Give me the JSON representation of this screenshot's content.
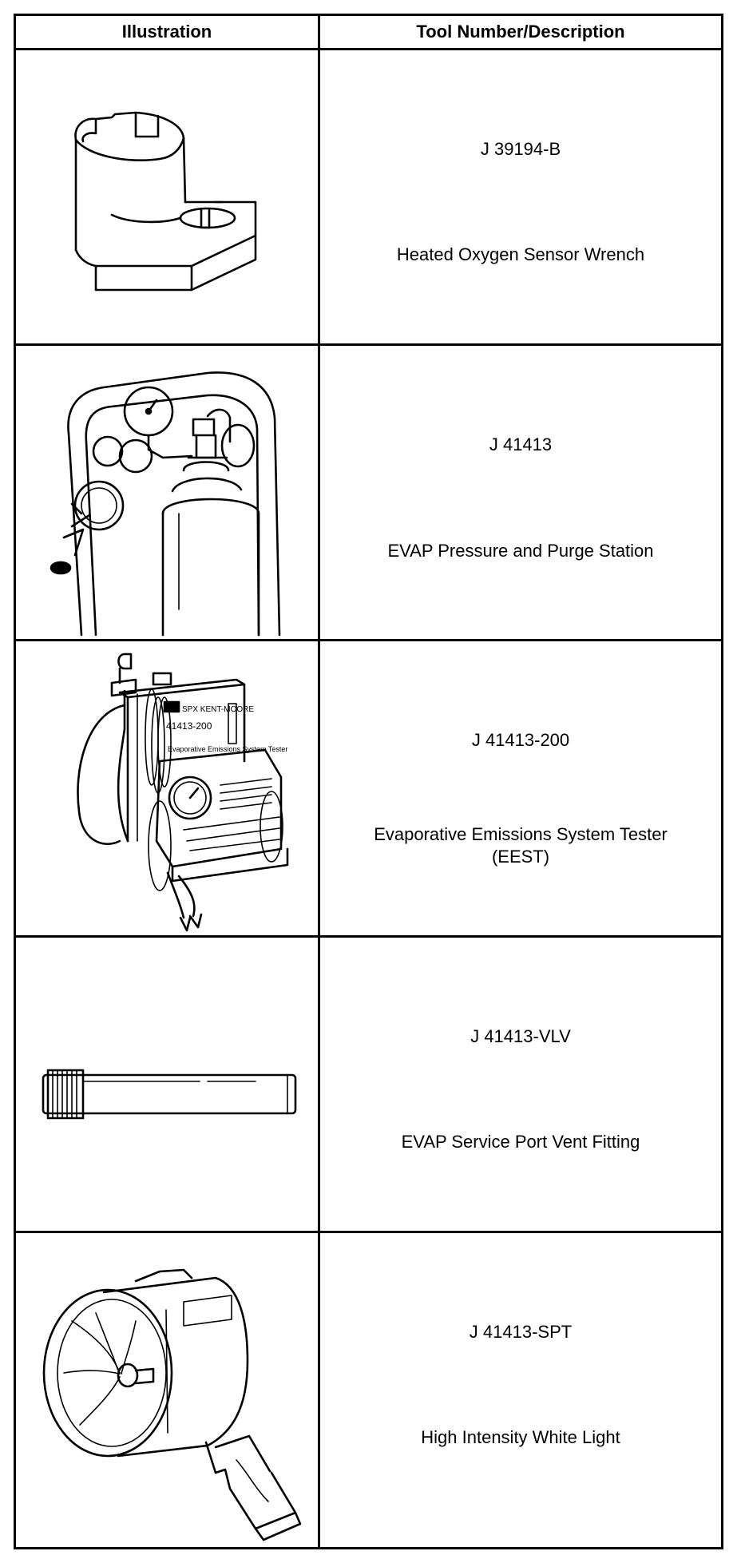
{
  "table": {
    "headers": {
      "illustration": "Illustration",
      "tool": "Tool Number/Description"
    },
    "rows": [
      {
        "number": "J 39194-B",
        "description": "Heated Oxygen Sensor Wrench",
        "icon": "oxygen-sensor-wrench-icon"
      },
      {
        "number": "J 41413",
        "description": "EVAP Pressure and Purge Station",
        "icon": "pressure-purge-station-icon"
      },
      {
        "number": "J 41413-200",
        "description": "Evaporative Emissions System Tester\n(EEST)",
        "icon": "emissions-tester-icon"
      },
      {
        "number": "J 41413-VLV",
        "description": "EVAP Service Port Vent Fitting",
        "icon": "vent-fitting-icon"
      },
      {
        "number": "J 41413-SPT",
        "description": "High Intensity White Light",
        "icon": "white-light-icon"
      }
    ],
    "figure_labels": {
      "tester_model": "41413-200",
      "tester_caption": "Evaporative Emissions System Tester"
    }
  }
}
